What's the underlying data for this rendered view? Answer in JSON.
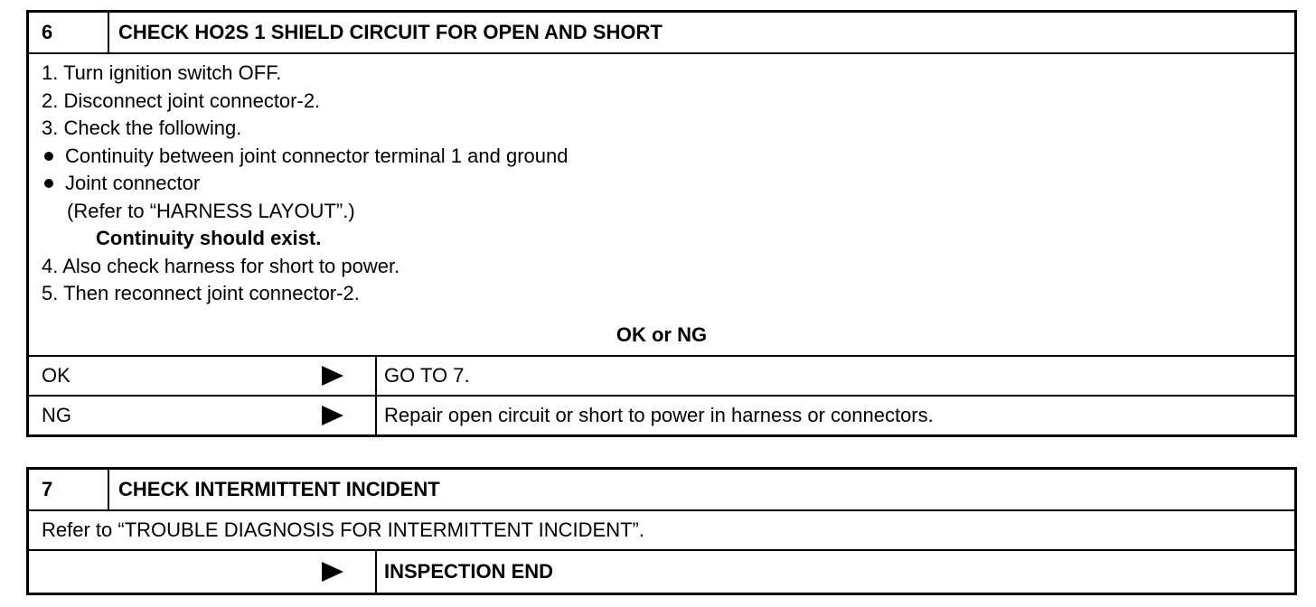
{
  "step6": {
    "number": "6",
    "title": "CHECK HO2S 1 SHIELD CIRCUIT FOR OPEN AND SHORT",
    "lines": [
      "1.  Turn ignition switch OFF.",
      "2.  Disconnect joint connector-2.",
      "3.  Check the following.",
      "Continuity between joint connector terminal 1 and ground",
      "Joint connector",
      "(Refer to “HARNESS LAYOUT”.)",
      "Continuity should exist.",
      "4.  Also check harness for short to power.",
      "5.  Then reconnect joint connector-2."
    ],
    "ok_or_ng": "OK or NG",
    "results": [
      {
        "label": "OK",
        "action": "GO TO 7."
      },
      {
        "label": "NG",
        "action": "Repair open circuit or short to power in harness or connectors."
      }
    ]
  },
  "step7": {
    "number": "7",
    "title": "CHECK INTERMITTENT INCIDENT",
    "text": "Refer to “TROUBLE DIAGNOSIS FOR INTERMITTENT INCIDENT”.",
    "result_label": "",
    "result_action": "INSPECTION END"
  },
  "icons": {
    "result_arrow": "right-triangle-arrow-icon"
  }
}
